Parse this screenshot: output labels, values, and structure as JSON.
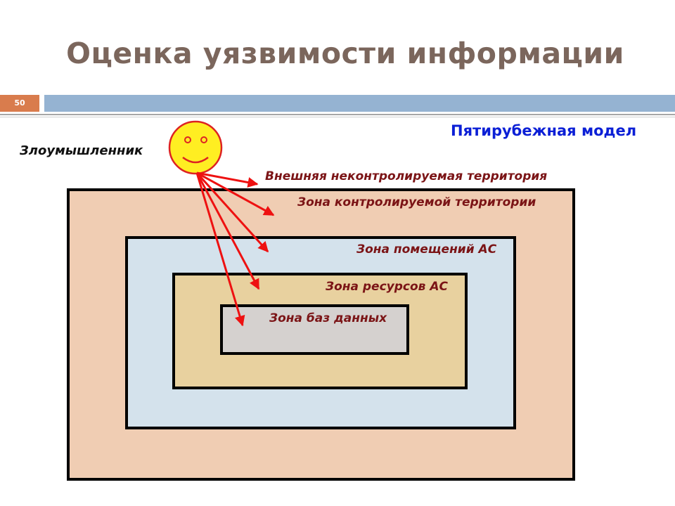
{
  "slide": {
    "title": "Оценка уязвимости информации",
    "number": "50",
    "model_title": "Пятирубежная модел"
  },
  "attacker": {
    "label": "Злоумышленник",
    "icon": "smiley-face-icon"
  },
  "zones": [
    {
      "label": "Внешняя неконтролируемая территория"
    },
    {
      "label": "Зона контролируемой территории",
      "fill": "#f0cdb3"
    },
    {
      "label": "Зона помещений АС",
      "fill": "#d4e2ec"
    },
    {
      "label": "Зона ресурсов АС",
      "fill": "#e8d19f"
    },
    {
      "label": "Зона баз данных",
      "fill": "#d5d1cf"
    }
  ],
  "colors": {
    "title": "#7b665c",
    "accent_bar": "#95b3d2",
    "slide_number_bg": "#d97c4d",
    "model_title": "#0b1fd6",
    "zone_label": "#7b1416",
    "arrow": "#ee1111",
    "face_fill": "#ffee22",
    "face_stroke": "#dd2222"
  }
}
